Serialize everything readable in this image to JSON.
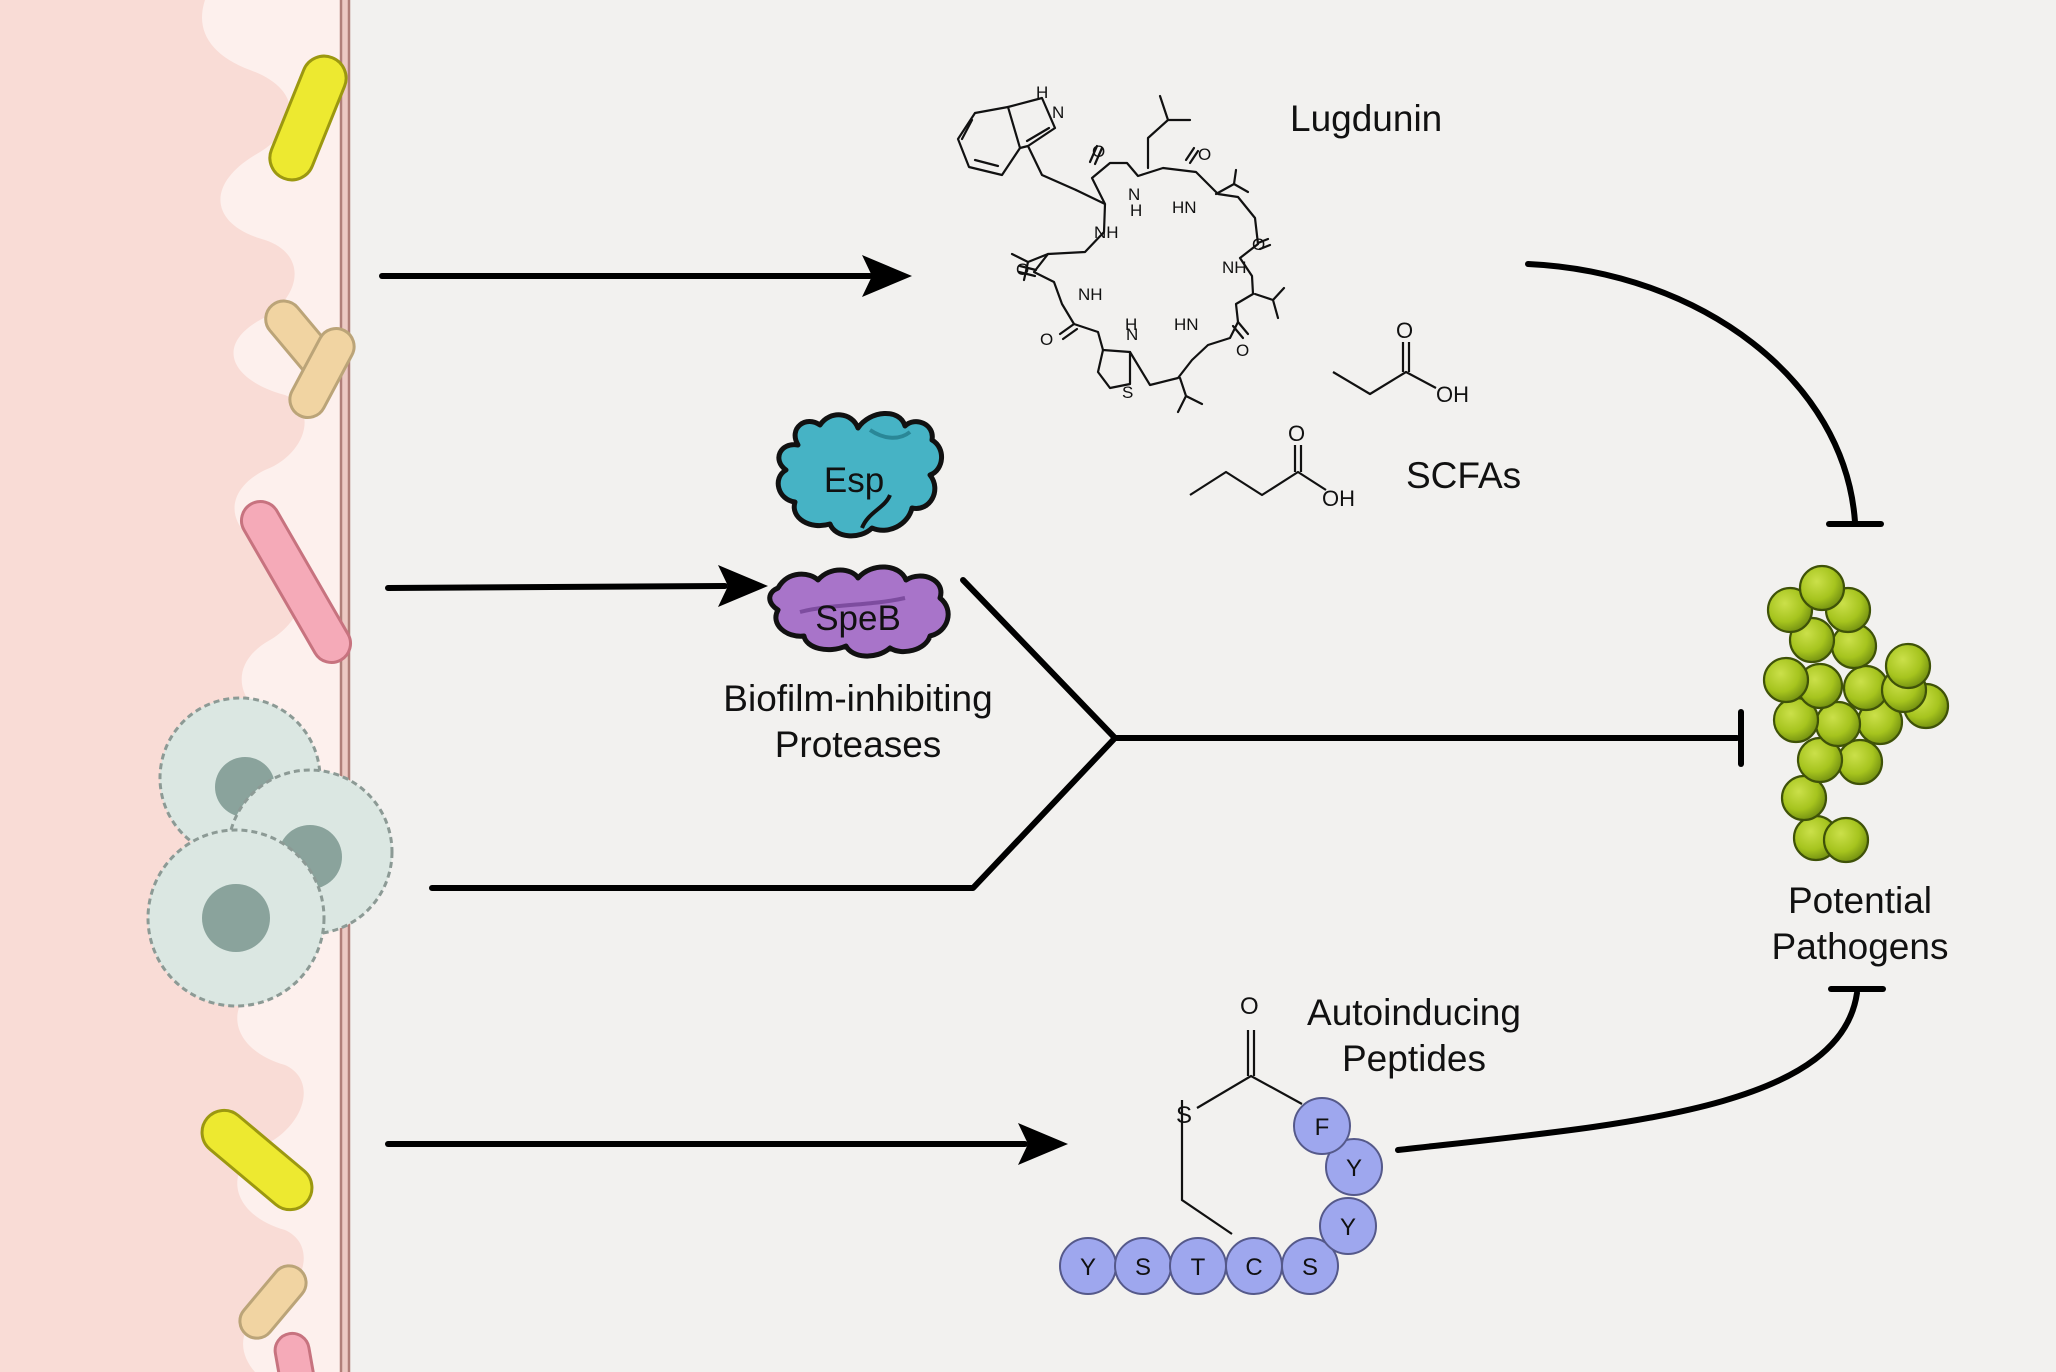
{
  "labels": {
    "lugdunin": "Lugdunin",
    "scfas": "SCFAs",
    "esp": "Esp",
    "speb": "SpeB",
    "proteases_line1": "Biofilm-inhibiting",
    "proteases_line2": "Proteases",
    "pathogens_line1": "Potential",
    "pathogens_line2": "Pathogens",
    "aip_line1": "Autoinducing",
    "aip_line2": "Peptides"
  },
  "chem_text": {
    "nh": "NH",
    "hn": "HN",
    "n": "N",
    "h": "H",
    "o": "O",
    "s": "S",
    "oh": "OH"
  },
  "peptide": {
    "ring_residues": [
      "Y",
      "S",
      "T",
      "C",
      "S"
    ],
    "tail_residues": [
      "Y",
      "Y",
      "F"
    ],
    "thioester_s": "S",
    "carbonyl_o": "O"
  },
  "colors": {
    "background": "#f2f1ef",
    "skin_tissue": "#f9dcd6",
    "skin_wave": "#fdf0ed",
    "membrane_line": "#b07f79",
    "bacterium_yellow": "#ede930",
    "bacterium_tan": "#f1d4a2",
    "bacterium_pink": "#f5aab8",
    "immune_cell": "#dbe7e2",
    "immune_nucleus": "#8aa39c",
    "esp_protein": "#46b3c5",
    "speb_protein": "#a874c9",
    "pathogen_coccus": "#a6c41e",
    "peptide_residue": "#9ea7ee",
    "arrow": "#000000"
  }
}
